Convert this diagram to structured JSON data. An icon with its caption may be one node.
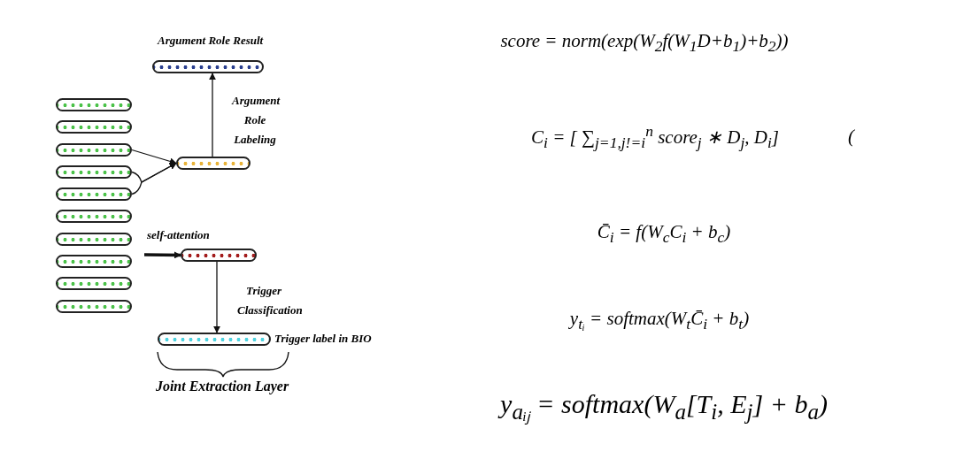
{
  "diagram": {
    "nodes": [
      {
        "text": [
          "Argument Role Result"
        ]
      },
      {
        "text": [],
        "shape": "bar"
      },
      {
        "text": [],
        "shape": "bar"
      },
      {
        "text": [],
        "shape": "bar"
      },
      {
        "text": [],
        "shape": "bar"
      },
      {
        "text": [],
        "shape": "bar"
      },
      {
        "text": [],
        "shape": "bar"
      },
      {
        "text": [],
        "shape": "bar"
      },
      {
        "text": [],
        "shape": "bar"
      },
      {
        "text": [],
        "shape": "bar"
      },
      {
        "text": [],
        "shape": "bar"
      },
      {
        "text": [],
        "shape": "bar"
      },
      {
        "text": [],
        "shape": "bar"
      },
      {
        "text": [],
        "shape": "bar",
        "beside": [
          "Trigger label in BIO"
        ]
      }
    ],
    "edges": [
      {
        "from": 3,
        "to": 11,
        "arrow": "to"
      },
      {
        "from": 4,
        "to": 11,
        "arrow": "to"
      },
      {
        "from": 5,
        "to": 11,
        "arrow": "to"
      },
      {
        "from": 11,
        "to": 0,
        "arrow": "to",
        "label": "Argument Role Labeling"
      },
      {
        "from": null,
        "to": 12,
        "arrow": "to",
        "label": "self-attention",
        "style": "thick"
      },
      {
        "from": 12,
        "to": 13,
        "arrow": "to",
        "label": "Trigger Classification"
      }
    ],
    "labels": [
      "Joint Extraction Layer",
      "score = norm(exp(W$_{2}$f(W$_{1}$D+b$_{1}$)+b$_{2}$))",
      "C$_{i}$ = [ ∑$_{j=1,j!=i}$$^{n}$ score$_{j}$ ∗ D$_{j}$, D$_{i}$]",
      "(",
      "C̄$_{i}$ = f(W$_{c}$C$_{i}$ + b$_{c}$)",
      "y$_{tᵢ}$ = softmax(W$_{t}$C̄$_{i}$ + b$_{t}$)",
      "y$_{aᵢⱼ}$ = softmax(W$_{a}$[T$_{i}$, E$_{j}$] + b$_{a}$)"
    ]
  }
}
